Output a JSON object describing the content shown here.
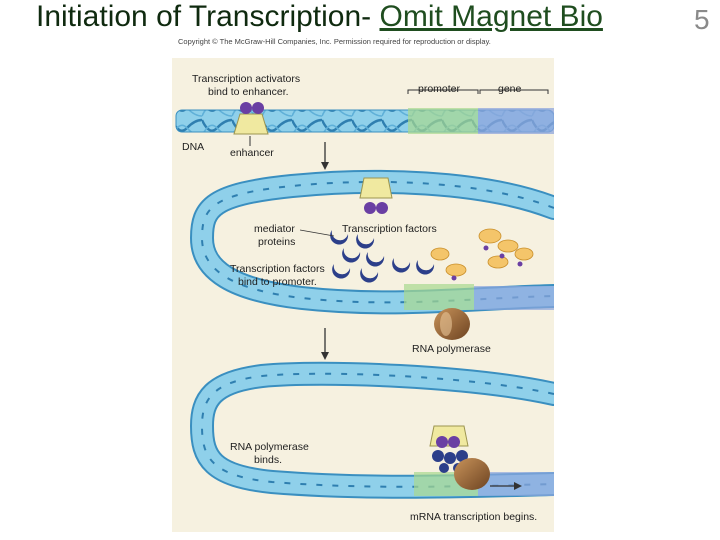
{
  "slide": {
    "title_prefix": "Initiation of Transcription- ",
    "title_link": "Omit Magnet Bio",
    "page_number": "5",
    "copyright": "Copyright © The McGraw-Hill Companies, Inc. Permission required for reproduction or display."
  },
  "figure": {
    "labels": {
      "activators_line1": "Transcription activators",
      "activators_line2": "bind to enhancer.",
      "promoter": "promoter",
      "gene": "gene",
      "dna": "DNA",
      "enhancer": "enhancer",
      "mediator_line1": "mediator",
      "mediator_line2": "proteins",
      "transcription_factors": "Transcription factors",
      "tf_bind_line1": "Transcription factors",
      "tf_bind_line2": "bind to promoter.",
      "rna_polymerase": "RNA polymerase",
      "rnap_binds_line1": "RNA polymerase",
      "rnap_binds_line2": "binds.",
      "mrna_begins": "mRNA transcription begins."
    },
    "colors": {
      "dna_tube": "#8fd0ea",
      "dna_stripe": "#2f7fb0",
      "promoter_region": "#a8d98f",
      "gene_region": "#8fa6de",
      "activator": "#6a3fa3",
      "polymerase": "#8a5a2e",
      "panel_bg": "#f6f1e0"
    }
  }
}
